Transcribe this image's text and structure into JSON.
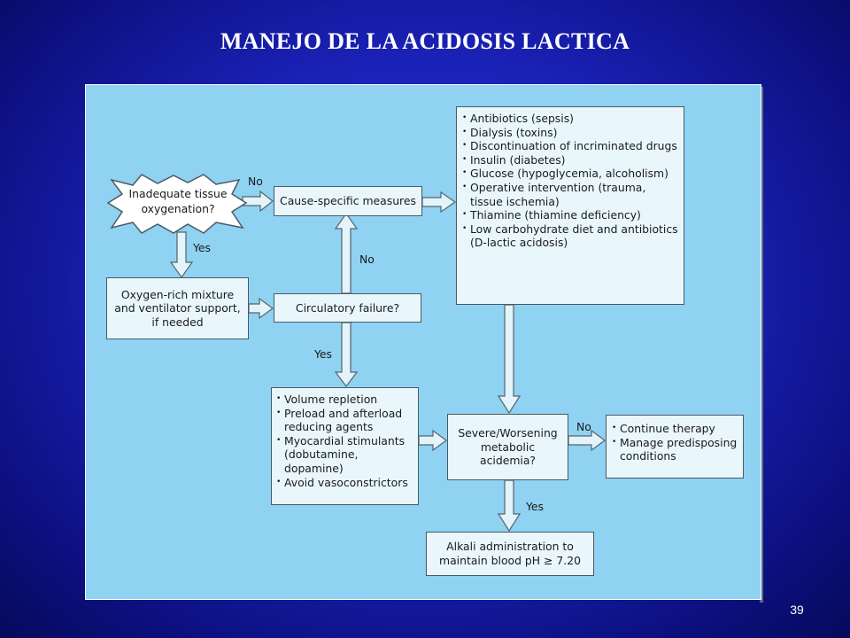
{
  "slide": {
    "title": "MANEJO DE LA ACIDOSIS LACTICA",
    "page_number": "39"
  },
  "flowchart": {
    "start": "Inadequate tissue oxygenation?",
    "cause_specific": "Cause-specific measures",
    "oxygen_support": "Oxygen-rich mixture and ventilator support, if needed",
    "circulatory_failure": "Circulatory failure?",
    "severe_acidemia": "Severe/Worsening metabolic acidemia?",
    "alkali": "Alkali administration to maintain blood pH ≥ 7.20",
    "cause_list": [
      "Antibiotics (sepsis)",
      "Dialysis (toxins)",
      "Discontinuation of incriminated drugs",
      "Insulin (diabetes)",
      "Glucose (hypoglycemia, alcoholism)",
      "Operative intervention (trauma, tissue ischemia)",
      "Thiamine (thiamine deficiency)",
      "Low carbohydrate diet and antibiotics (D-lactic acidosis)"
    ],
    "circulatory_list": [
      "Volume repletion",
      "Preload and afterload reducing agents",
      "Myocardial stimulants (dobutamine, dopamine)",
      "Avoid vasoconstrictors"
    ],
    "continue_list": [
      "Continue therapy",
      "Manage predisposing conditions"
    ],
    "labels": {
      "no_1": "No",
      "yes_1": "Yes",
      "no_2": "No",
      "yes_2": "Yes",
      "no_3": "No",
      "yes_3": "Yes"
    }
  },
  "colors": {
    "background": "#1b22b8",
    "panel": "#8fd2f2",
    "box": "#e9f7fd",
    "arrow": "#dff2fb"
  }
}
